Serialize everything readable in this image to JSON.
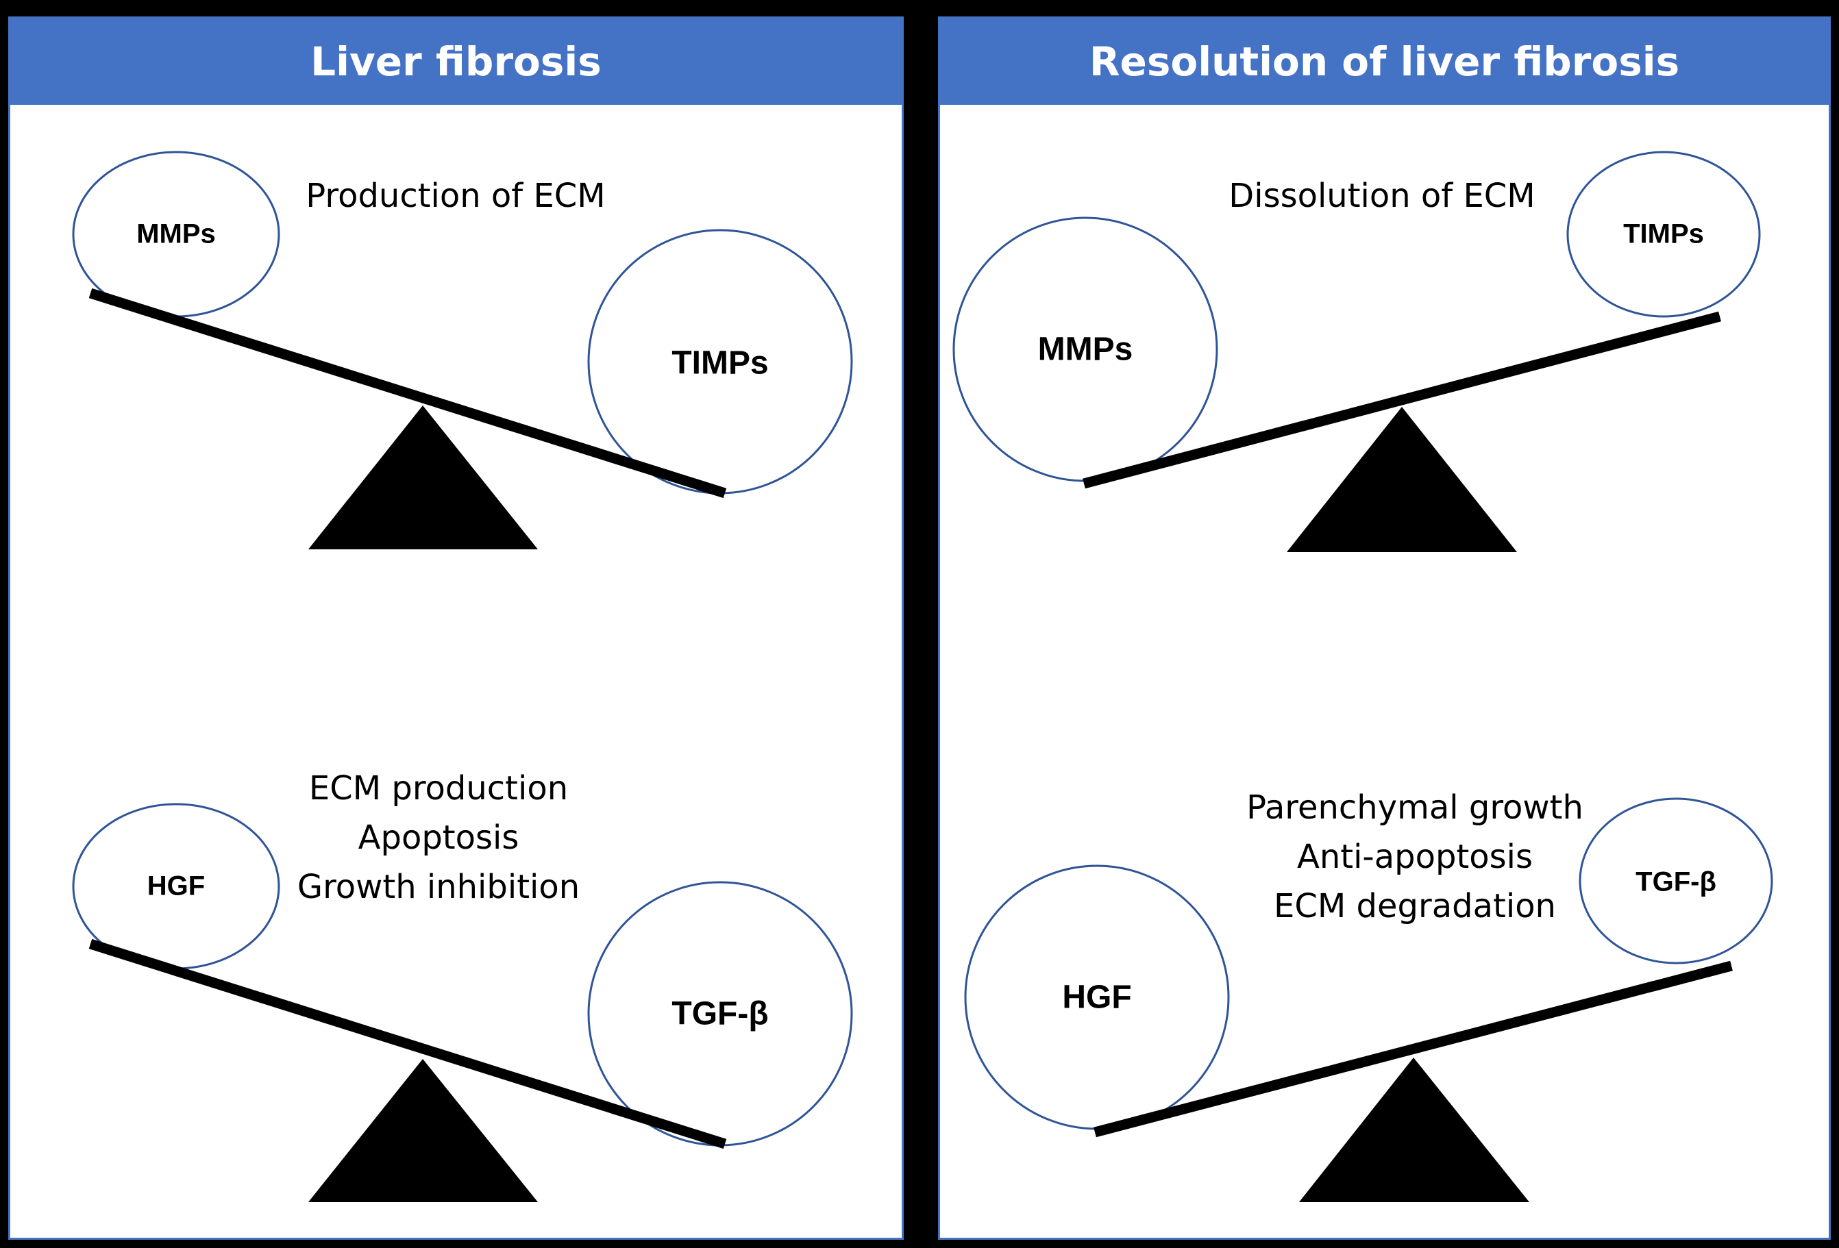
{
  "panels": {
    "left": {
      "title": "Liver fibrosis"
    },
    "right": {
      "title": "Resolution of liver fibrosis"
    }
  },
  "scales": {
    "left_top": {
      "caption": [
        "Production of ECM"
      ],
      "light": "MMPs",
      "heavy": "TIMPs"
    },
    "left_bottom": {
      "caption": [
        "ECM production",
        "Apoptosis",
        "Growth inhibition"
      ],
      "light": "HGF",
      "heavy": "TGF-β"
    },
    "right_top": {
      "caption": [
        "Dissolution of ECM"
      ],
      "heavy": "MMPs",
      "light": "TIMPs"
    },
    "right_bottom": {
      "caption": [
        "Parenchymal growth",
        "Anti-apoptosis",
        "ECM degradation"
      ],
      "heavy": "HGF",
      "light": "TGF-β"
    }
  },
  "colors": {
    "header": "#4472C4",
    "circle_stroke": "#2F5597",
    "divider": "#000000"
  }
}
